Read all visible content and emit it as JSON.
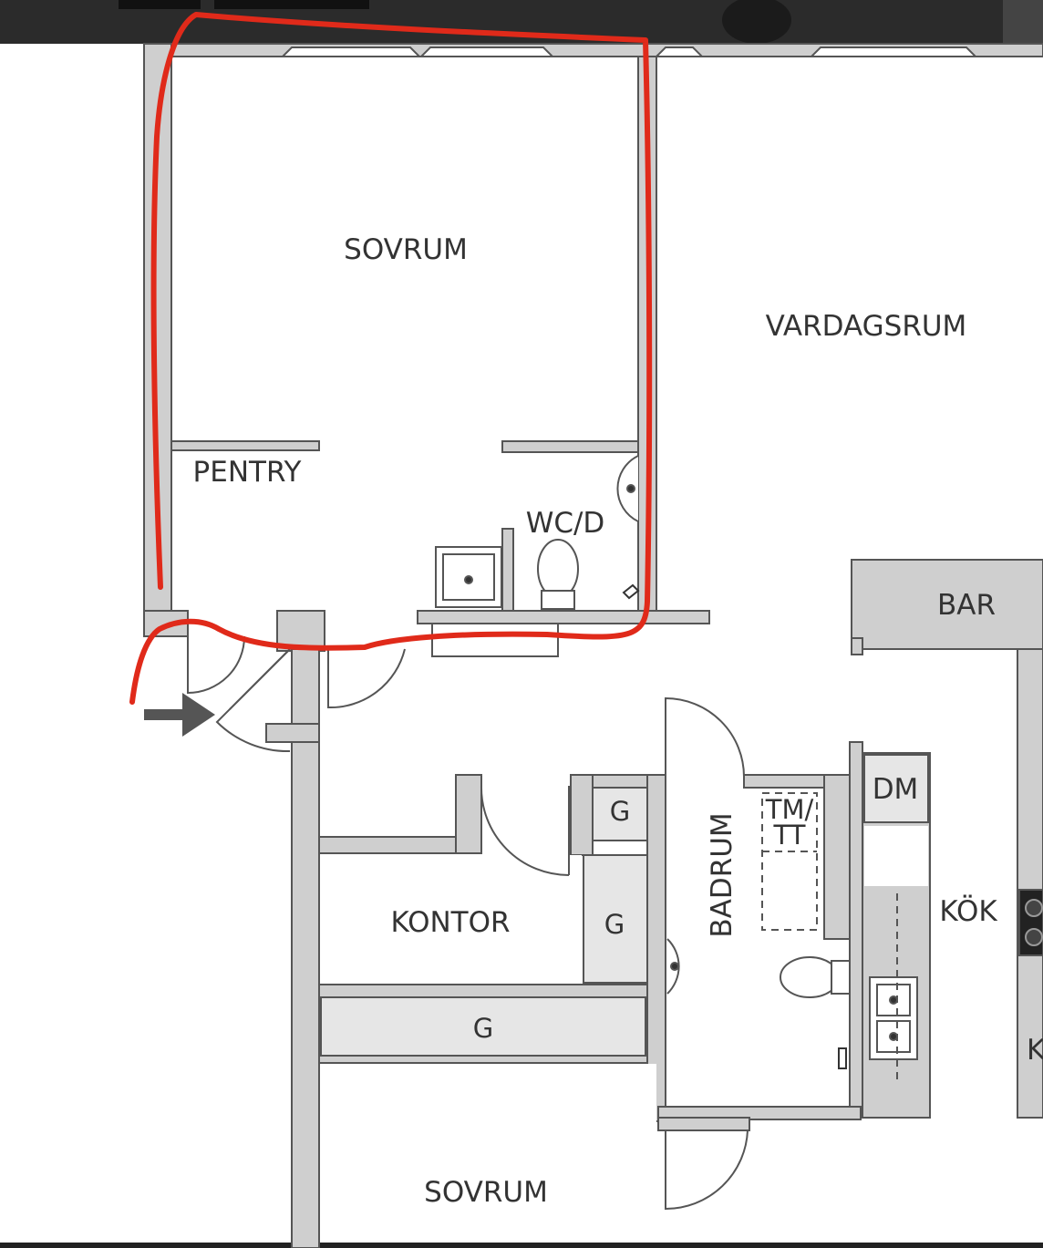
{
  "rooms": {
    "sovrum_top": "SOVRUM",
    "vardagsrum": "VARDAGSRUM",
    "pentry": "PENTRY",
    "wc_d": "WC/D",
    "bar": "BAR",
    "g_top": "G",
    "g_mid": "G",
    "g_wide": "G",
    "tm": "TM/",
    "tt": "TT",
    "badrum": "BADRUM",
    "dm": "DM",
    "kontor": "KONTOR",
    "kok": "KÖK",
    "sovrum_bottom": "SOVRUM",
    "k_partial": "K"
  },
  "colors": {
    "wall": "#cfcfcf",
    "wall_stroke": "#555555",
    "label": "#333333",
    "highlight": "#e02a1a",
    "header_band": "#2b2b2b",
    "arrow": "#555555"
  }
}
